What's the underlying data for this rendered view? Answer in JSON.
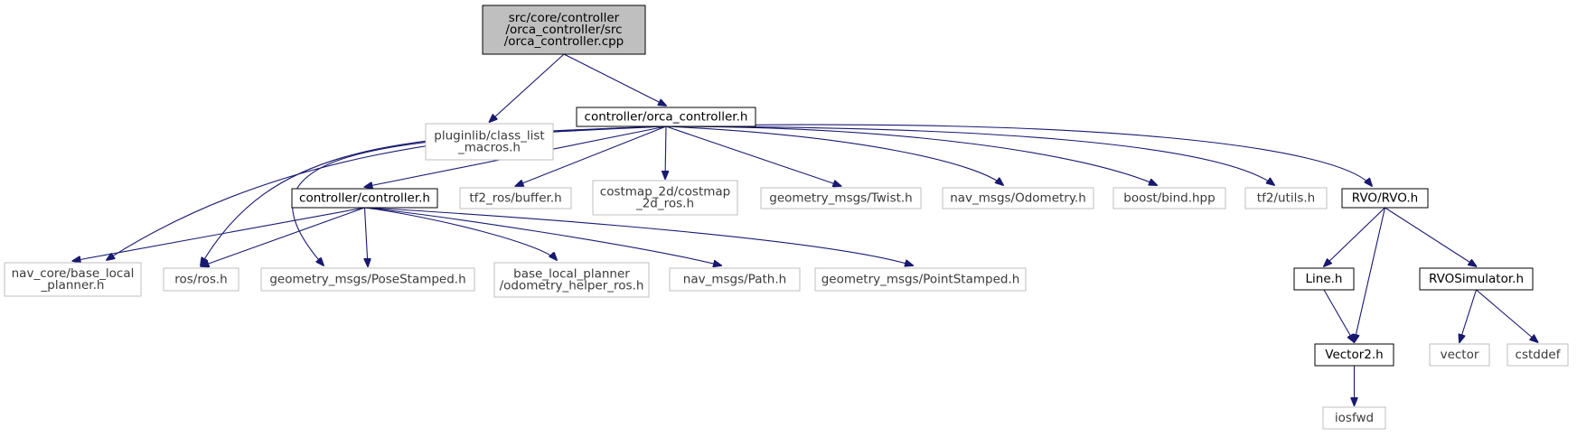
{
  "colors": {
    "edge": "#191970",
    "external_border": "#bfbfbf",
    "internal_border": "#000000",
    "root_fill": "#bfbfbf"
  },
  "nodes": [
    {
      "id": "root",
      "lines": [
        "src/core/controller",
        "/orca_controller/src",
        "/orca_controller.cpp"
      ],
      "kind": "root"
    },
    {
      "id": "pluginlib",
      "lines": [
        "pluginlib/class_list",
        "_macros.h"
      ],
      "kind": "external"
    },
    {
      "id": "orca_h",
      "lines": [
        "controller/orca_controller.h"
      ],
      "kind": "internal"
    },
    {
      "id": "controller_h",
      "lines": [
        "controller/controller.h"
      ],
      "kind": "internal"
    },
    {
      "id": "tf2_buffer",
      "lines": [
        "tf2_ros/buffer.h"
      ],
      "kind": "external"
    },
    {
      "id": "costmap",
      "lines": [
        "costmap_2d/costmap",
        "_2d_ros.h"
      ],
      "kind": "external"
    },
    {
      "id": "twist",
      "lines": [
        "geometry_msgs/Twist.h"
      ],
      "kind": "external"
    },
    {
      "id": "odometry",
      "lines": [
        "nav_msgs/Odometry.h"
      ],
      "kind": "external"
    },
    {
      "id": "bind",
      "lines": [
        "boost/bind.hpp"
      ],
      "kind": "external"
    },
    {
      "id": "tf2_utils",
      "lines": [
        "tf2/utils.h"
      ],
      "kind": "external"
    },
    {
      "id": "rvo_h",
      "lines": [
        "RVO/RVO.h"
      ],
      "kind": "internal"
    },
    {
      "id": "nav_core",
      "lines": [
        "nav_core/base_local",
        "_planner.h"
      ],
      "kind": "external"
    },
    {
      "id": "ros_h",
      "lines": [
        "ros/ros.h"
      ],
      "kind": "external"
    },
    {
      "id": "posestamped",
      "lines": [
        "geometry_msgs/PoseStamped.h"
      ],
      "kind": "external"
    },
    {
      "id": "odom_helper",
      "lines": [
        "base_local_planner",
        "/odometry_helper_ros.h"
      ],
      "kind": "external"
    },
    {
      "id": "path",
      "lines": [
        "nav_msgs/Path.h"
      ],
      "kind": "external"
    },
    {
      "id": "pointstamped",
      "lines": [
        "geometry_msgs/PointStamped.h"
      ],
      "kind": "external"
    },
    {
      "id": "line_h",
      "lines": [
        "Line.h"
      ],
      "kind": "internal"
    },
    {
      "id": "rvosim",
      "lines": [
        "RVOSimulator.h"
      ],
      "kind": "internal"
    },
    {
      "id": "vector2",
      "lines": [
        "Vector2.h"
      ],
      "kind": "internal"
    },
    {
      "id": "vector",
      "lines": [
        "vector"
      ],
      "kind": "external"
    },
    {
      "id": "cstddef",
      "lines": [
        "cstddef"
      ],
      "kind": "external"
    },
    {
      "id": "iosfwd",
      "lines": [
        "iosfwd"
      ],
      "kind": "external"
    }
  ],
  "edges": [
    [
      "root",
      "pluginlib"
    ],
    [
      "root",
      "orca_h"
    ],
    [
      "orca_h",
      "controller_h"
    ],
    [
      "orca_h",
      "tf2_buffer"
    ],
    [
      "orca_h",
      "costmap"
    ],
    [
      "orca_h",
      "twist"
    ],
    [
      "orca_h",
      "odometry"
    ],
    [
      "orca_h",
      "bind"
    ],
    [
      "orca_h",
      "tf2_utils"
    ],
    [
      "orca_h",
      "rvo_h"
    ],
    [
      "orca_h",
      "nav_core"
    ],
    [
      "orca_h",
      "ros_h"
    ],
    [
      "orca_h",
      "posestamped"
    ],
    [
      "controller_h",
      "nav_core"
    ],
    [
      "controller_h",
      "ros_h"
    ],
    [
      "controller_h",
      "posestamped"
    ],
    [
      "controller_h",
      "odom_helper"
    ],
    [
      "controller_h",
      "path"
    ],
    [
      "controller_h",
      "pointstamped"
    ],
    [
      "rvo_h",
      "line_h"
    ],
    [
      "rvo_h",
      "vector2"
    ],
    [
      "rvo_h",
      "rvosim"
    ],
    [
      "line_h",
      "vector2"
    ],
    [
      "vector2",
      "iosfwd"
    ],
    [
      "rvosim",
      "vector"
    ],
    [
      "rvosim",
      "cstddef"
    ]
  ]
}
